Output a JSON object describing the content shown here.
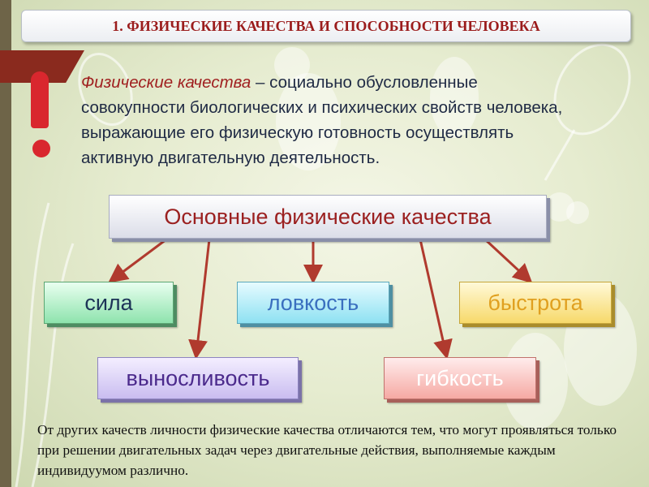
{
  "slide": {
    "title": "1. ФИЗИЧЕСКИЕ КАЧЕСТВА И СПОСОБНОСТИ ЧЕЛОВЕКА",
    "definition": {
      "term": "Физические качества",
      "text": " – социально обусловленные совокупности биологических и психических свойств человека, выражающие его физическую готовность осуществлять активную двигательную деятельность."
    },
    "main_box": "Основные физические качества",
    "qualities": {
      "sila": "сила",
      "lovkost": "ловкость",
      "bystrota": "быстрота",
      "vynoslivost": "выносливость",
      "gibkost": "гибкость"
    },
    "footnote": "От других качеств личности физические качества отличаются тем, что могут проявляться только при решении двигательных задач через двигательные действия, выполняемые каждым индивидуумом различно."
  },
  "colors": {
    "title_text": "#9b1c1c",
    "accent_red": "#d9272e",
    "arrow": "#b03a2e"
  },
  "icons": [
    "exclamation-mark-icon"
  ]
}
